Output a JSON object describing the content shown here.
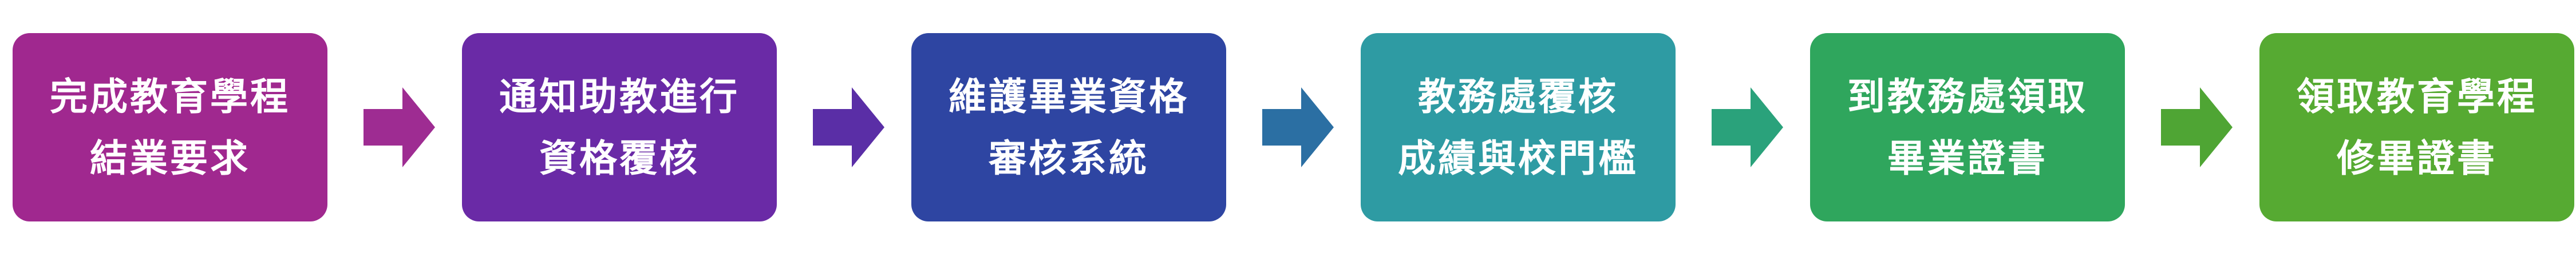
{
  "flow": {
    "steps": [
      {
        "lines": [
          "完成教育學程",
          "結業要求"
        ],
        "color": "#a0288f"
      },
      {
        "lines": [
          "通知助教進行",
          "資格覆核"
        ],
        "color": "#6a2aa6"
      },
      {
        "lines": [
          "維護畢業資格",
          "審核系統"
        ],
        "color": "#2e45a2"
      },
      {
        "lines": [
          "教務處覆核",
          "成績與校門檻"
        ],
        "color": "#2e9ba3"
      },
      {
        "lines": [
          "到教務處領取",
          "畢業證書"
        ],
        "color": "#2fa65d"
      },
      {
        "lines": [
          "領取教育學程",
          "修畢證書"
        ],
        "color": "#56aa32"
      }
    ],
    "arrows": [
      {
        "icon": "arrow-right-icon",
        "color": "#9e2c92"
      },
      {
        "icon": "arrow-right-icon",
        "color": "#5a2ea6"
      },
      {
        "icon": "arrow-right-icon",
        "color": "#2b6fa3"
      },
      {
        "icon": "arrow-right-icon",
        "color": "#2aa27b"
      },
      {
        "icon": "arrow-right-icon",
        "color": "#4fa534"
      }
    ]
  }
}
